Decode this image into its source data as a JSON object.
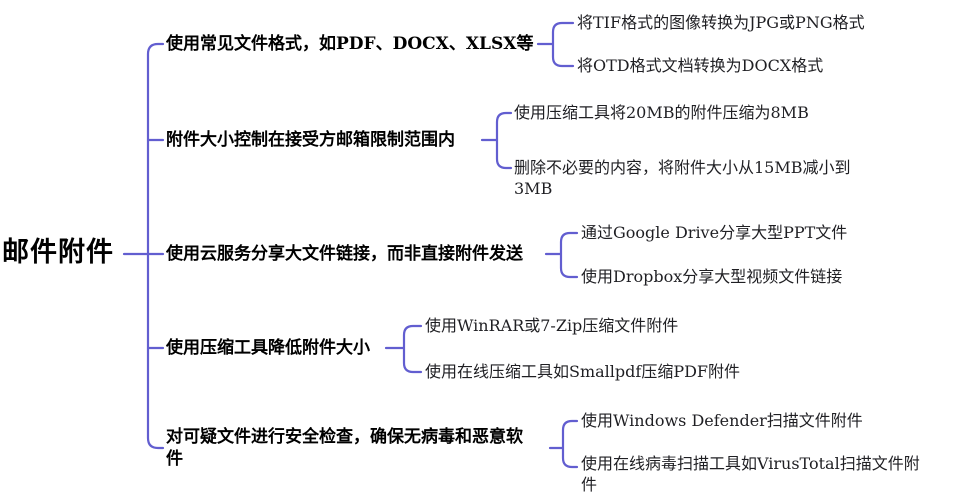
{
  "colors": {
    "connector": "#625ed0",
    "branch_text": "#000000",
    "leaf_text": "#1f1f23",
    "background": "#ffffff"
  },
  "mindmap": {
    "root": {
      "label": "邮件附件"
    },
    "branches": [
      {
        "label": "使用常见文件格式，如PDF、DOCX、XLSX等",
        "children": [
          {
            "label": "将TIF格式的图像转换为JPG或PNG格式"
          },
          {
            "label": "将OTD格式文档转换为DOCX格式"
          }
        ]
      },
      {
        "label": "附件大小控制在接受方邮箱限制范围内",
        "children": [
          {
            "label": "使用压缩工具将20MB的附件压缩为8MB"
          },
          {
            "label": "删除不必要的内容，将附件大小从15MB减小到3MB"
          }
        ]
      },
      {
        "label": "使用云服务分享大文件链接，而非直接附件发送",
        "children": [
          {
            "label": "通过Google Drive分享大型PPT文件"
          },
          {
            "label": "使用Dropbox分享大型视频文件链接"
          }
        ]
      },
      {
        "label": "使用压缩工具降低附件大小",
        "children": [
          {
            "label": "使用WinRAR或7-Zip压缩文件附件"
          },
          {
            "label": "使用在线压缩工具如Smallpdf压缩PDF附件"
          }
        ]
      },
      {
        "label": "对可疑文件进行安全检查，确保无病毒和恶意软件",
        "children": [
          {
            "label": "使用Windows Defender扫描文件附件"
          },
          {
            "label": "使用在线病毒扫描工具如VirusTotal扫描文件附件"
          }
        ]
      }
    ]
  }
}
